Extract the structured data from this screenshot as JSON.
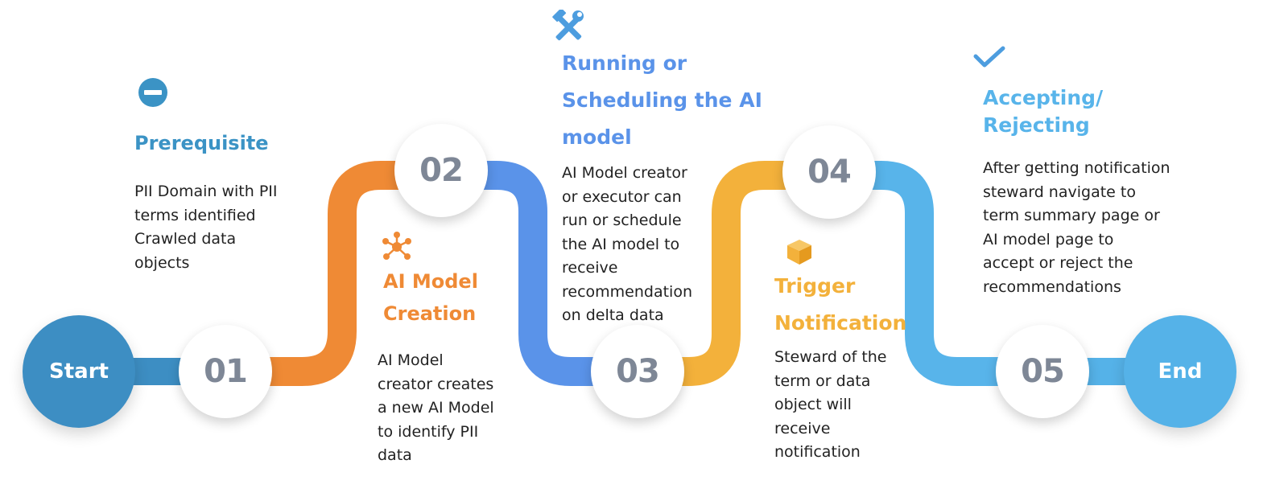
{
  "colors": {
    "start": "#3d8ec3",
    "end": "#55b2e8",
    "step1": "#3b93c5",
    "step2": "#ef8a35",
    "step3": "#5a93e9",
    "step4": "#f3b13b",
    "step5": "#58b4ea"
  },
  "start_label": "Start",
  "end_label": "End",
  "steps": [
    {
      "number": "01",
      "icon": "minus-circle-icon",
      "title": "Prerequisite",
      "description": [
        "PII Domain with PII",
        "terms identified",
        "Crawled data",
        "objects"
      ]
    },
    {
      "number": "02",
      "icon": "network-hub-icon",
      "title_lines": [
        "AI Model",
        "Creation"
      ],
      "description": [
        "AI Model",
        "creator creates",
        "a new AI Model",
        "to identify PII",
        "data"
      ]
    },
    {
      "number": "03",
      "icon": "hammer-wrench-icon",
      "title_lines": [
        "Running or",
        "Scheduling the AI",
        "model"
      ],
      "description": [
        "AI Model creator",
        "or executor can",
        "run or schedule",
        "the AI model to",
        "receive",
        "recommendation",
        "on delta data"
      ]
    },
    {
      "number": "04",
      "icon": "cube-icon",
      "title_lines": [
        "Trigger",
        "Notification"
      ],
      "description": [
        "Steward of the",
        "term or data",
        "object will",
        "receive",
        "notification"
      ]
    },
    {
      "number": "05",
      "icon": "checkmark-icon",
      "title_lines": [
        "Accepting/",
        "Rejecting"
      ],
      "description": [
        "After getting notification",
        "steward navigate to",
        "term summary page or",
        "AI model page to",
        "accept or reject the",
        "recommendations"
      ]
    }
  ]
}
